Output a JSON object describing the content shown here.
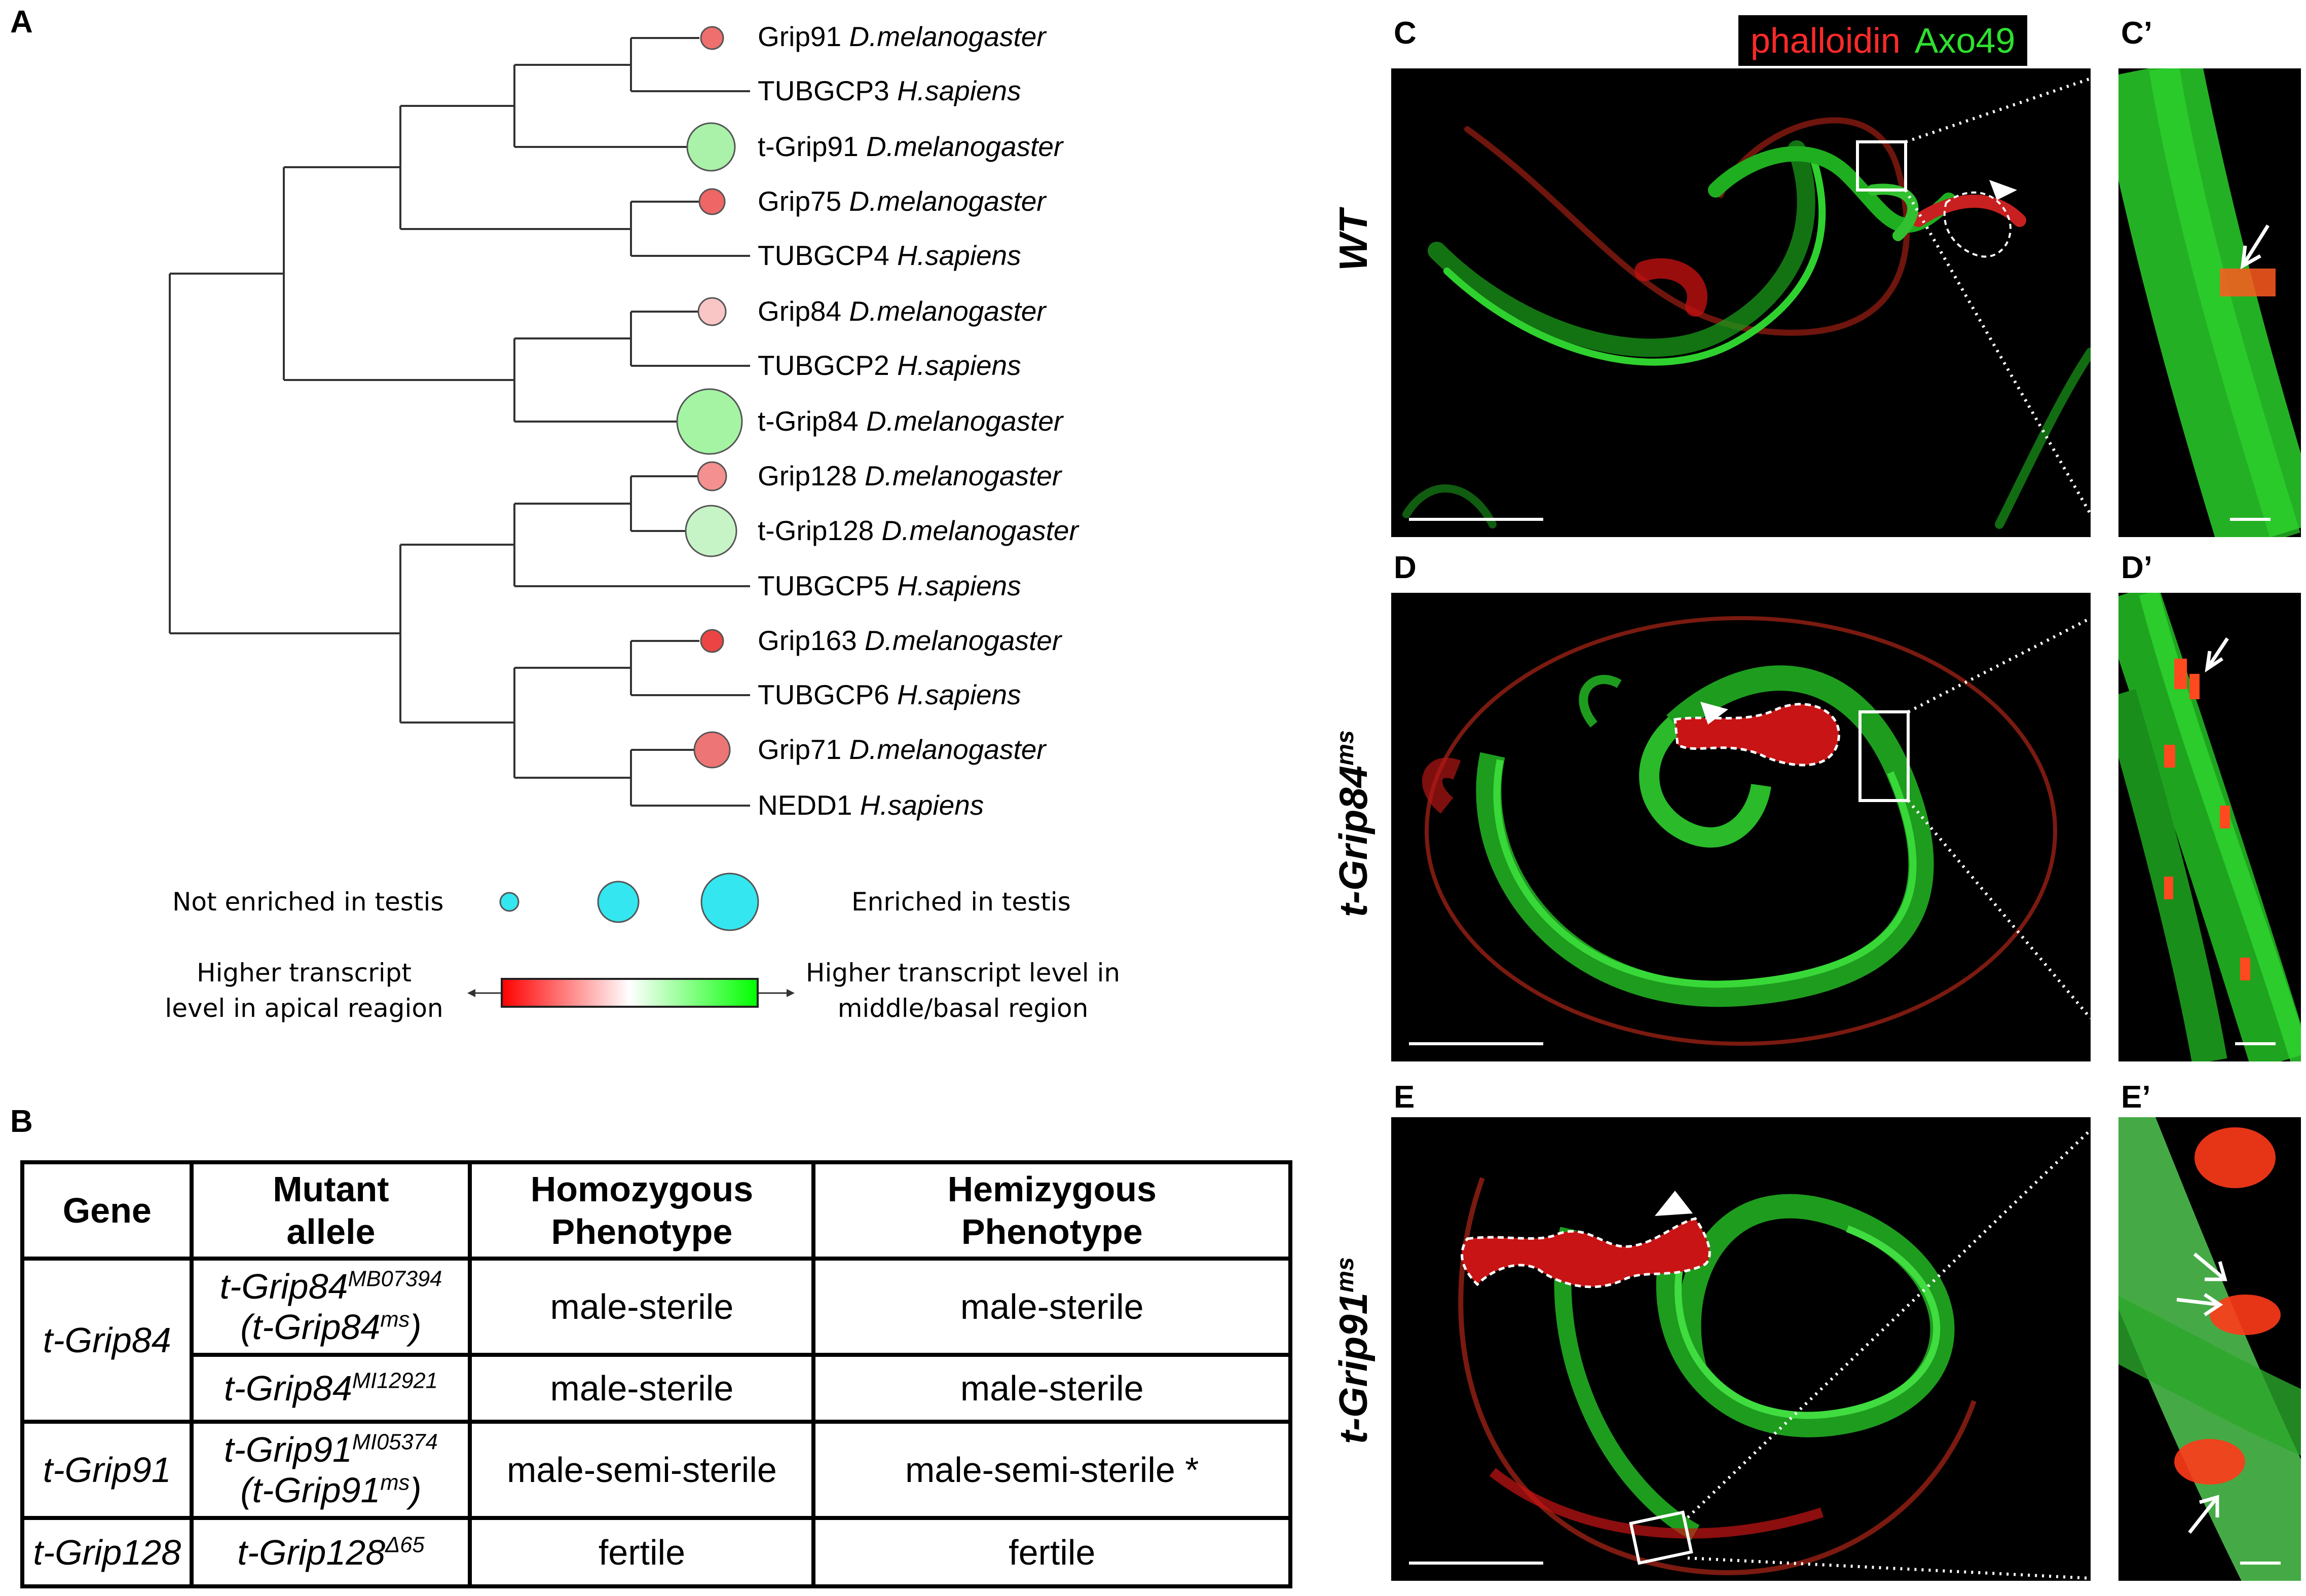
{
  "panels": {
    "A": "A",
    "B": "B",
    "C": "C",
    "C_prime": "C’",
    "D": "D",
    "D_prime": "D’",
    "E": "E",
    "E_prime": "E’"
  },
  "tree": {
    "leaves": [
      {
        "gene": "Grip91",
        "species": "D.melanogaster",
        "bubble": "red"
      },
      {
        "gene": "TUBGCP3",
        "species": "H.sapiens",
        "bubble": ""
      },
      {
        "gene": "t-Grip91",
        "species": "D.melanogaster",
        "bubble": "green"
      },
      {
        "gene": "Grip75",
        "species": "D.melanogaster",
        "bubble": "red"
      },
      {
        "gene": "TUBGCP4",
        "species": "H.sapiens",
        "bubble": ""
      },
      {
        "gene": "Grip84",
        "species": "D.melanogaster",
        "bubble": "pink"
      },
      {
        "gene": "TUBGCP2",
        "species": "H.sapiens",
        "bubble": ""
      },
      {
        "gene": "t-Grip84",
        "species": "D.melanogaster",
        "bubble": "green"
      },
      {
        "gene": "Grip128",
        "species": "D.melanogaster",
        "bubble": "red"
      },
      {
        "gene": "t-Grip128",
        "species": "D.melanogaster",
        "bubble": "light-green"
      },
      {
        "gene": "TUBGCP5",
        "species": "H.sapiens",
        "bubble": ""
      },
      {
        "gene": "Grip163",
        "species": "D.melanogaster",
        "bubble": "red"
      },
      {
        "gene": "TUBGCP6",
        "species": "H.sapiens",
        "bubble": ""
      },
      {
        "gene": "Grip71",
        "species": "D.melanogaster",
        "bubble": "red"
      },
      {
        "gene": "NEDD1",
        "species": "H.sapiens",
        "bubble": ""
      }
    ]
  },
  "legend": {
    "not_enriched": "Not enriched in testis",
    "enriched": "Enriched in testis",
    "apical_line1": "Higher transcript",
    "apical_line2": "level in apical reagion",
    "basal_line1": "Higher transcript level in",
    "basal_line2": "middle/basal region",
    "colors": {
      "red": "#ff0000",
      "white": "#ffffff",
      "green": "#00ff00",
      "cyan": "#33e6f0"
    }
  },
  "table": {
    "headers": [
      "Gene",
      "Mutant allele",
      "Homozygous Phenotype",
      "Hemizygous Phenotype"
    ],
    "header_lines": {
      "allele_1": "Mutant",
      "allele_2": "allele",
      "homo_1": "Homozygous",
      "homo_2": "Phenotype",
      "hemi_1": "Hemizygous",
      "hemi_2": "Phenotype"
    },
    "rows": [
      {
        "gene": "t-Grip84",
        "allele_base": "t-Grip84",
        "allele_sup": "MB07394",
        "allele_sub_base": "(t-Grip84",
        "allele_sub_sup": "ms",
        "allele_sub_close": ")",
        "homozygous": "male-sterile",
        "hemizygous": "male-sterile"
      },
      {
        "gene": "",
        "allele_base": "t-Grip84",
        "allele_sup": "MI12921",
        "homozygous": "male-sterile",
        "hemizygous": "male-sterile"
      },
      {
        "gene": "t-Grip91",
        "allele_base": "t-Grip91",
        "allele_sup": "MI05374",
        "allele_sub_base": "(t-Grip91",
        "allele_sub_sup": "ms",
        "allele_sub_close": ")",
        "homozygous": "male-semi-sterile",
        "hemizygous": "male-semi-sterile *"
      },
      {
        "gene": "t-Grip128",
        "allele_base": "t-Grip128",
        "allele_sup": "Δ65",
        "homozygous": "fertile",
        "hemizygous": "fertile"
      }
    ]
  },
  "images": {
    "stain_red": "phalloidin",
    "stain_green": "Axo49",
    "row_C": "WT",
    "row_D_base": "t-Grip84",
    "row_D_sup": "ms",
    "row_E_base": "t-Grip91",
    "row_E_sup": "ms"
  }
}
